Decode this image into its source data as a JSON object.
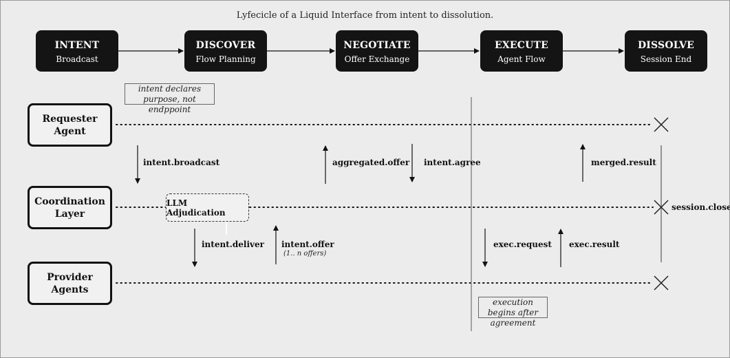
{
  "title": "Lyfecicle of a Liquid Interface from intent to dissolution.",
  "phases": [
    {
      "name": "INTENT",
      "sub": "Broadcast"
    },
    {
      "name": "DISCOVER",
      "sub": "Flow Planning"
    },
    {
      "name": "NEGOTIATE",
      "sub": "Offer Exchange"
    },
    {
      "name": "EXECUTE",
      "sub": "Agent Flow"
    },
    {
      "name": "DISSOLVE",
      "sub": "Session End"
    }
  ],
  "actors": {
    "requester": "Requester Agent",
    "coordination": "Coordination Layer",
    "provider": "Provider Agents"
  },
  "notes": {
    "intent": "intent declares purpose, not endppoint",
    "execution": "execution begins after agreement"
  },
  "adjudication": "LLM Adjudication",
  "messages": {
    "intent_broadcast": "intent.broadcast",
    "aggregated_offer": "aggregated.offer",
    "intent_agree": "intent.agree",
    "merged_result": "merged.result",
    "intent_deliver": "intent.deliver",
    "intent_offer": "intent.offer",
    "intent_offer_sub": "(1.. n offers)",
    "exec_request": "exec.request",
    "exec_result": "exec.result",
    "session_close": "session.close"
  },
  "colors": {
    "background": "#ececec",
    "phase_fill": "#141414",
    "actor_fill": "#f1f1f1",
    "line": "#111111"
  }
}
